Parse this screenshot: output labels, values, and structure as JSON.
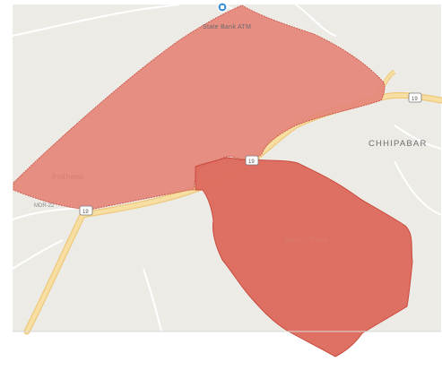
{
  "map": {
    "colors": {
      "land": "#ecebe6",
      "border": "#ffffff",
      "road_major": "#f7dfa3",
      "road_major_edge": "#eec87a",
      "road_minor": "#ffffff",
      "region_pokhami": "#e5857a",
      "region_basoli_pura": "#dd6a5e",
      "region_stroke": "#c94a3e"
    },
    "labels": {
      "poi_atm": "State Bank ATM",
      "region_north": "Pokhami",
      "region_south": "Basoli Pura",
      "place_east": "CHHIPABAR",
      "road_west": "MDR-22",
      "shield_west": "19",
      "shield_center": "19",
      "shield_east": "19"
    },
    "icons": {
      "atm_marker": "bank-pin-icon",
      "road_shield": "highway-shield-icon"
    }
  }
}
